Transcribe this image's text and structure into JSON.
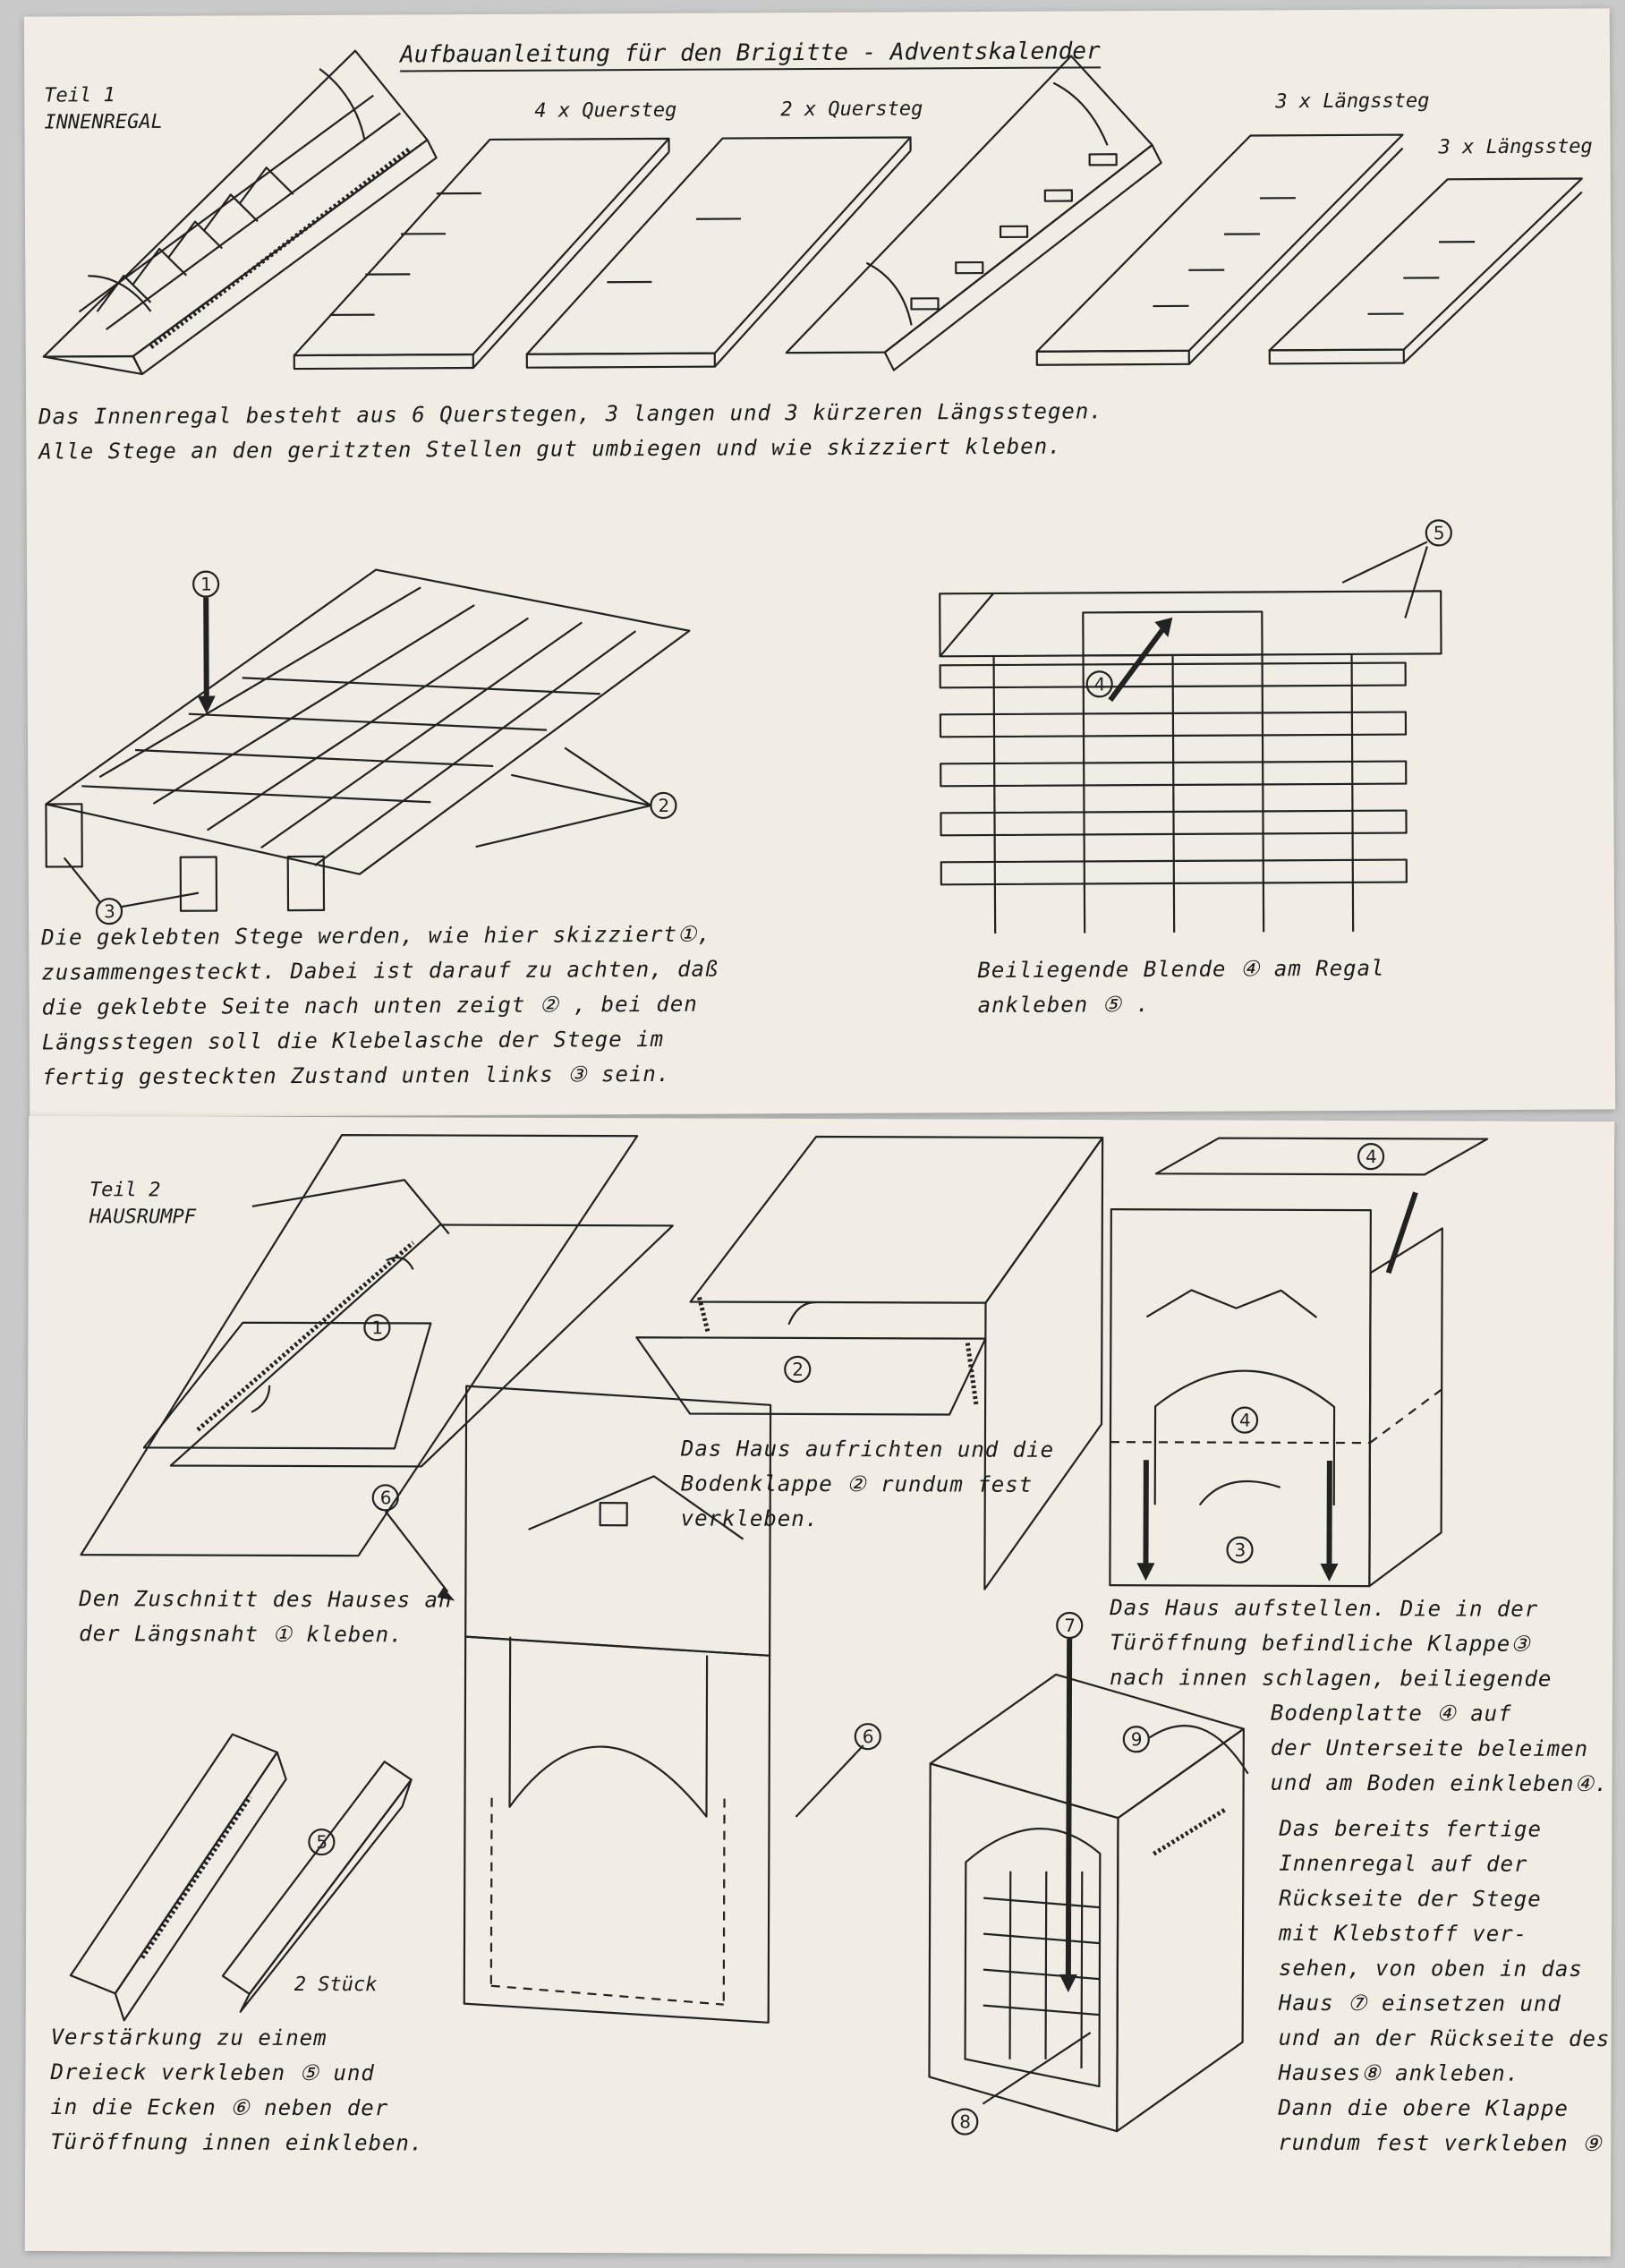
{
  "sheet1": {
    "title": "Aufbauanleitung für den Brigitte - Adventskalender",
    "part_label": "Teil 1\nINNENREGAL",
    "piece_labels": {
      "quersteg4": "4 x Quersteg",
      "quersteg2": "2 x Quersteg",
      "laengssteg3a": "3 x Längssteg",
      "laengssteg3b": "3 x Längssteg"
    },
    "intro_text": "Das Innenregal besteht aus 6 Querstegen, 3 langen und 3 kürzeren Längsstegen.\nAlle Stege an den geritzten Stellen gut umbiegen und wie skizziert kleben.",
    "step_left_text": "Die geklebten Stege werden, wie hier skizziert①,\nzusammengesteckt. Dabei ist darauf zu achten, daß\ndie geklebte Seite nach unten zeigt ② , bei den\nLängsstegen soll die Klebelasche der Stege im\nfertig gesteckten Zustand unten links ③ sein.",
    "step_right_text": "Beiliegende Blende ④ am Regal\nankleben ⑤ .",
    "markers": [
      "1",
      "2",
      "3",
      "4",
      "5"
    ]
  },
  "sheet2": {
    "part_label": "Teil 2\nHAUSRUMPF",
    "step_seam_text": "Den Zuschnitt des Hauses an\nder Längsnaht ① kleben.",
    "step_raise_text": "Das Haus aufrichten und die\nBodenklappe ② rundum fest\nverkleben.",
    "step_floor_text": "Das Haus aufstellen. Die in der\nTüröffnung befindliche Klappe③\nnach innen schlagen, beiliegende",
    "step_floor_text2": "Bodenplatte ④ auf\nder Unterseite beleimen\nund am Boden einkleben④.",
    "step_shelf_text": "Das bereits fertige\nInnenregal auf der\nRückseite der Stege\nmit Klebstoff ver-\nsehen, von oben in das\nHaus ⑦ einsetzen und\nund an der Rückseite des\nHauses⑧ ankleben.\nDann die obere Klappe\nrundum fest verkleben ⑨",
    "step_triangle_text": "Verstärkung zu einem\nDreieck verkleben ⑤ und\nin die Ecken ⑥ neben der\nTüröffnung innen einkleben.",
    "two_pieces_label": "2 Stück",
    "markers": [
      "1",
      "2",
      "3",
      "4",
      "5",
      "6",
      "7",
      "8",
      "9"
    ]
  }
}
